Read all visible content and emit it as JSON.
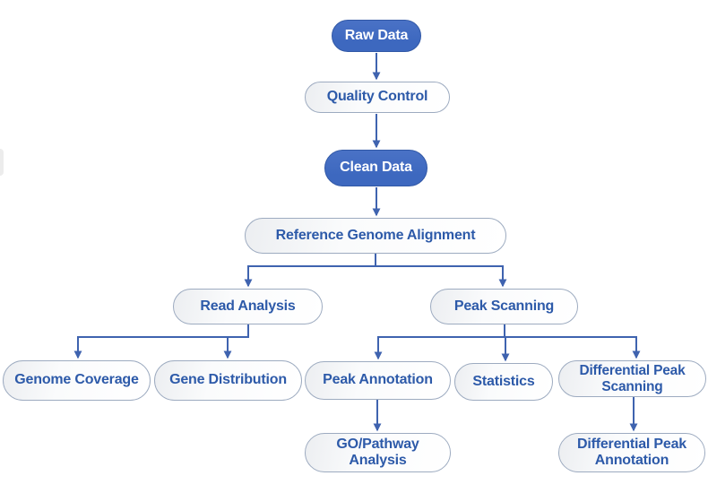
{
  "diagram": {
    "nodes": [
      {
        "id": "raw-data",
        "label": "Raw Data",
        "style": "filled"
      },
      {
        "id": "quality-control",
        "label": "Quality Control",
        "style": "outline"
      },
      {
        "id": "clean-data",
        "label": "Clean Data",
        "style": "filled"
      },
      {
        "id": "reference-genome-alignment",
        "label": "Reference Genome Alignment",
        "style": "outline"
      },
      {
        "id": "read-analysis",
        "label": "Read Analysis",
        "style": "outline"
      },
      {
        "id": "peak-scanning",
        "label": "Peak Scanning",
        "style": "outline"
      },
      {
        "id": "genome-coverage",
        "label": "Genome Coverage",
        "style": "outline"
      },
      {
        "id": "gene-distribution",
        "label": "Gene Distribution",
        "style": "outline"
      },
      {
        "id": "peak-annotation",
        "label": "Peak Annotation",
        "style": "outline"
      },
      {
        "id": "statistics",
        "label": "Statistics",
        "style": "outline"
      },
      {
        "id": "differential-peak-scanning",
        "label": "Differential Peak Scanning",
        "style": "outline"
      },
      {
        "id": "go-pathway-analysis",
        "label": "GO/Pathway Analysis",
        "style": "outline"
      },
      {
        "id": "differential-peak-annotation",
        "label": "Differential Peak Annotation",
        "style": "outline"
      }
    ],
    "edges": [
      {
        "from": "raw-data",
        "to": "quality-control"
      },
      {
        "from": "quality-control",
        "to": "clean-data"
      },
      {
        "from": "clean-data",
        "to": "reference-genome-alignment"
      },
      {
        "from": "reference-genome-alignment",
        "to": "read-analysis"
      },
      {
        "from": "reference-genome-alignment",
        "to": "peak-scanning"
      },
      {
        "from": "read-analysis",
        "to": "genome-coverage"
      },
      {
        "from": "read-analysis",
        "to": "gene-distribution"
      },
      {
        "from": "peak-scanning",
        "to": "peak-annotation"
      },
      {
        "from": "peak-scanning",
        "to": "statistics"
      },
      {
        "from": "peak-scanning",
        "to": "differential-peak-scanning"
      },
      {
        "from": "peak-annotation",
        "to": "go-pathway-analysis"
      },
      {
        "from": "differential-peak-scanning",
        "to": "differential-peak-annotation"
      }
    ],
    "colors": {
      "filled_node_fill": "#3d68bf",
      "filled_node_fill_light": "#4a72c6",
      "filled_node_text": "#ffffff",
      "outline_node_text": "#2d5aa9",
      "outline_node_border": "#9dabc0",
      "connector": "#3f63af"
    }
  }
}
